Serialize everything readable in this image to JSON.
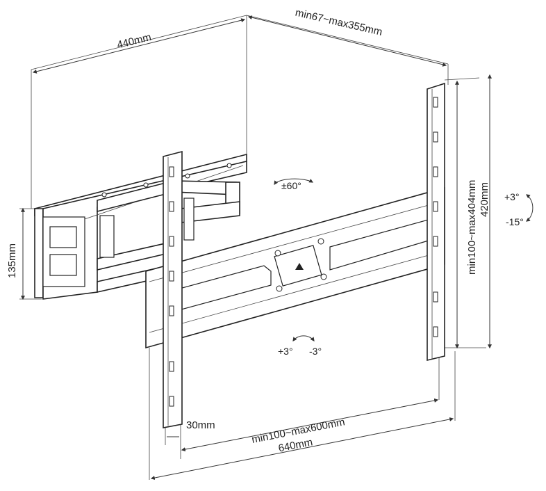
{
  "dimensions": {
    "width_wall_plate": "440mm",
    "extension": "min67~max355mm",
    "height_wall_plate": "135mm",
    "vesa_vertical": "min100~max404mm",
    "overall_height": "420mm",
    "vesa_horizontal": "min100~max600mm",
    "overall_width": "640mm",
    "bracket_offset": "30mm"
  },
  "adjustments": {
    "swivel": "±60°",
    "tilt_up": "+3°",
    "tilt_down": "-15°",
    "rotate_plus": "+3°",
    "rotate_minus": "-3°"
  },
  "colors": {
    "line": "#222222",
    "background": "#ffffff"
  },
  "icons": [
    "swivel-arrow-icon",
    "tilt-arrow-icon",
    "rotation-arrow-icon",
    "center-arrow-icon"
  ]
}
